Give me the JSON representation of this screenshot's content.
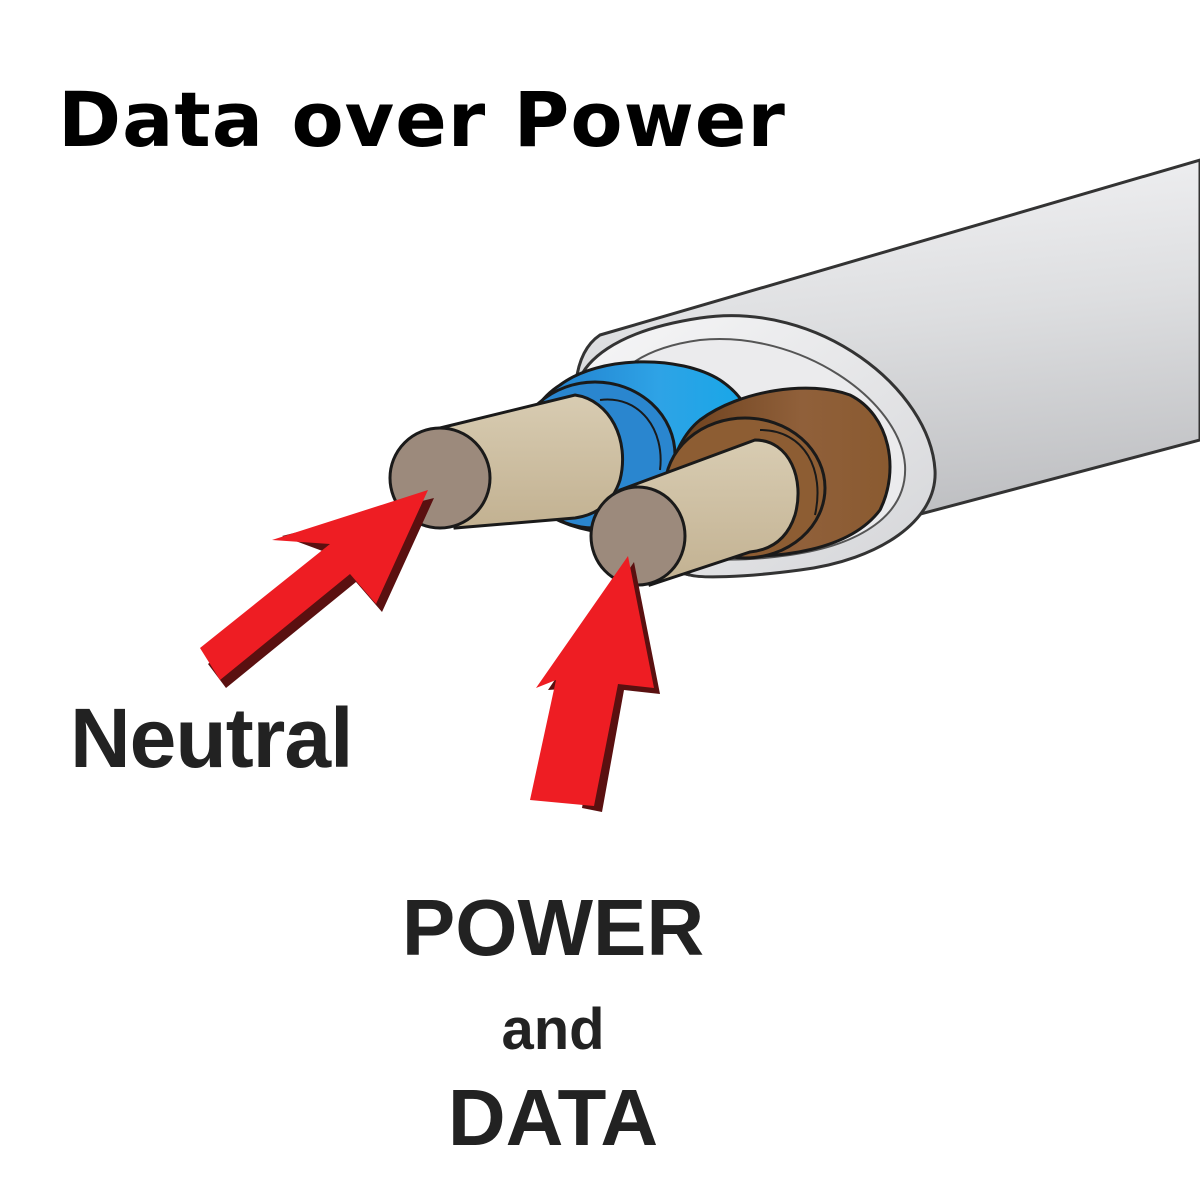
{
  "title": "Data over Power",
  "labels": {
    "neutral": "Neutral",
    "power": "POWER",
    "and": "and",
    "data": "DATA"
  },
  "colors": {
    "background": "#ffffff",
    "cable_sheath": "#e3e3e5",
    "neutral_insulation": "#2a8fd6",
    "live_insulation": "#8a5a30",
    "conductor": "#c9b99a",
    "conductor_end": "#9c8a7c",
    "arrow": "#ee1d23",
    "text": "#000000"
  },
  "icons": {
    "cable": "cable-icon",
    "neutral_arrow": "arrow-icon",
    "power_data_arrow": "arrow-icon"
  }
}
